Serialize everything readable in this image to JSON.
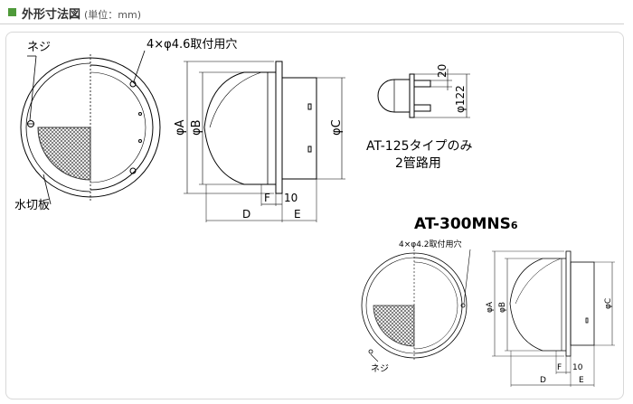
{
  "header": {
    "title": "外形寸法図",
    "unit": "(単位：mm)",
    "accent": "#4f9a3a"
  },
  "main": {
    "neji": "ネジ",
    "holes": "4×φ4.6取付用穴",
    "mizukiri": "水切板",
    "phiA": "φA",
    "phiB": "φB",
    "phiC": "φC",
    "F": "F",
    "ten": "10",
    "D": "D",
    "E": "E"
  },
  "at125": {
    "dim20": "20",
    "dim122": "φ122",
    "caption1": "AT-125タイプのみ",
    "caption2": "2管路用"
  },
  "at300": {
    "title_main": "AT-300MNS",
    "title_sub": "6",
    "holes": "4×φ4.2取付用穴",
    "neji": "ネジ",
    "phiA": "φA",
    "phiB": "φB",
    "phiC": "φC",
    "F": "F",
    "ten": "10",
    "D": "D",
    "E": "E"
  }
}
